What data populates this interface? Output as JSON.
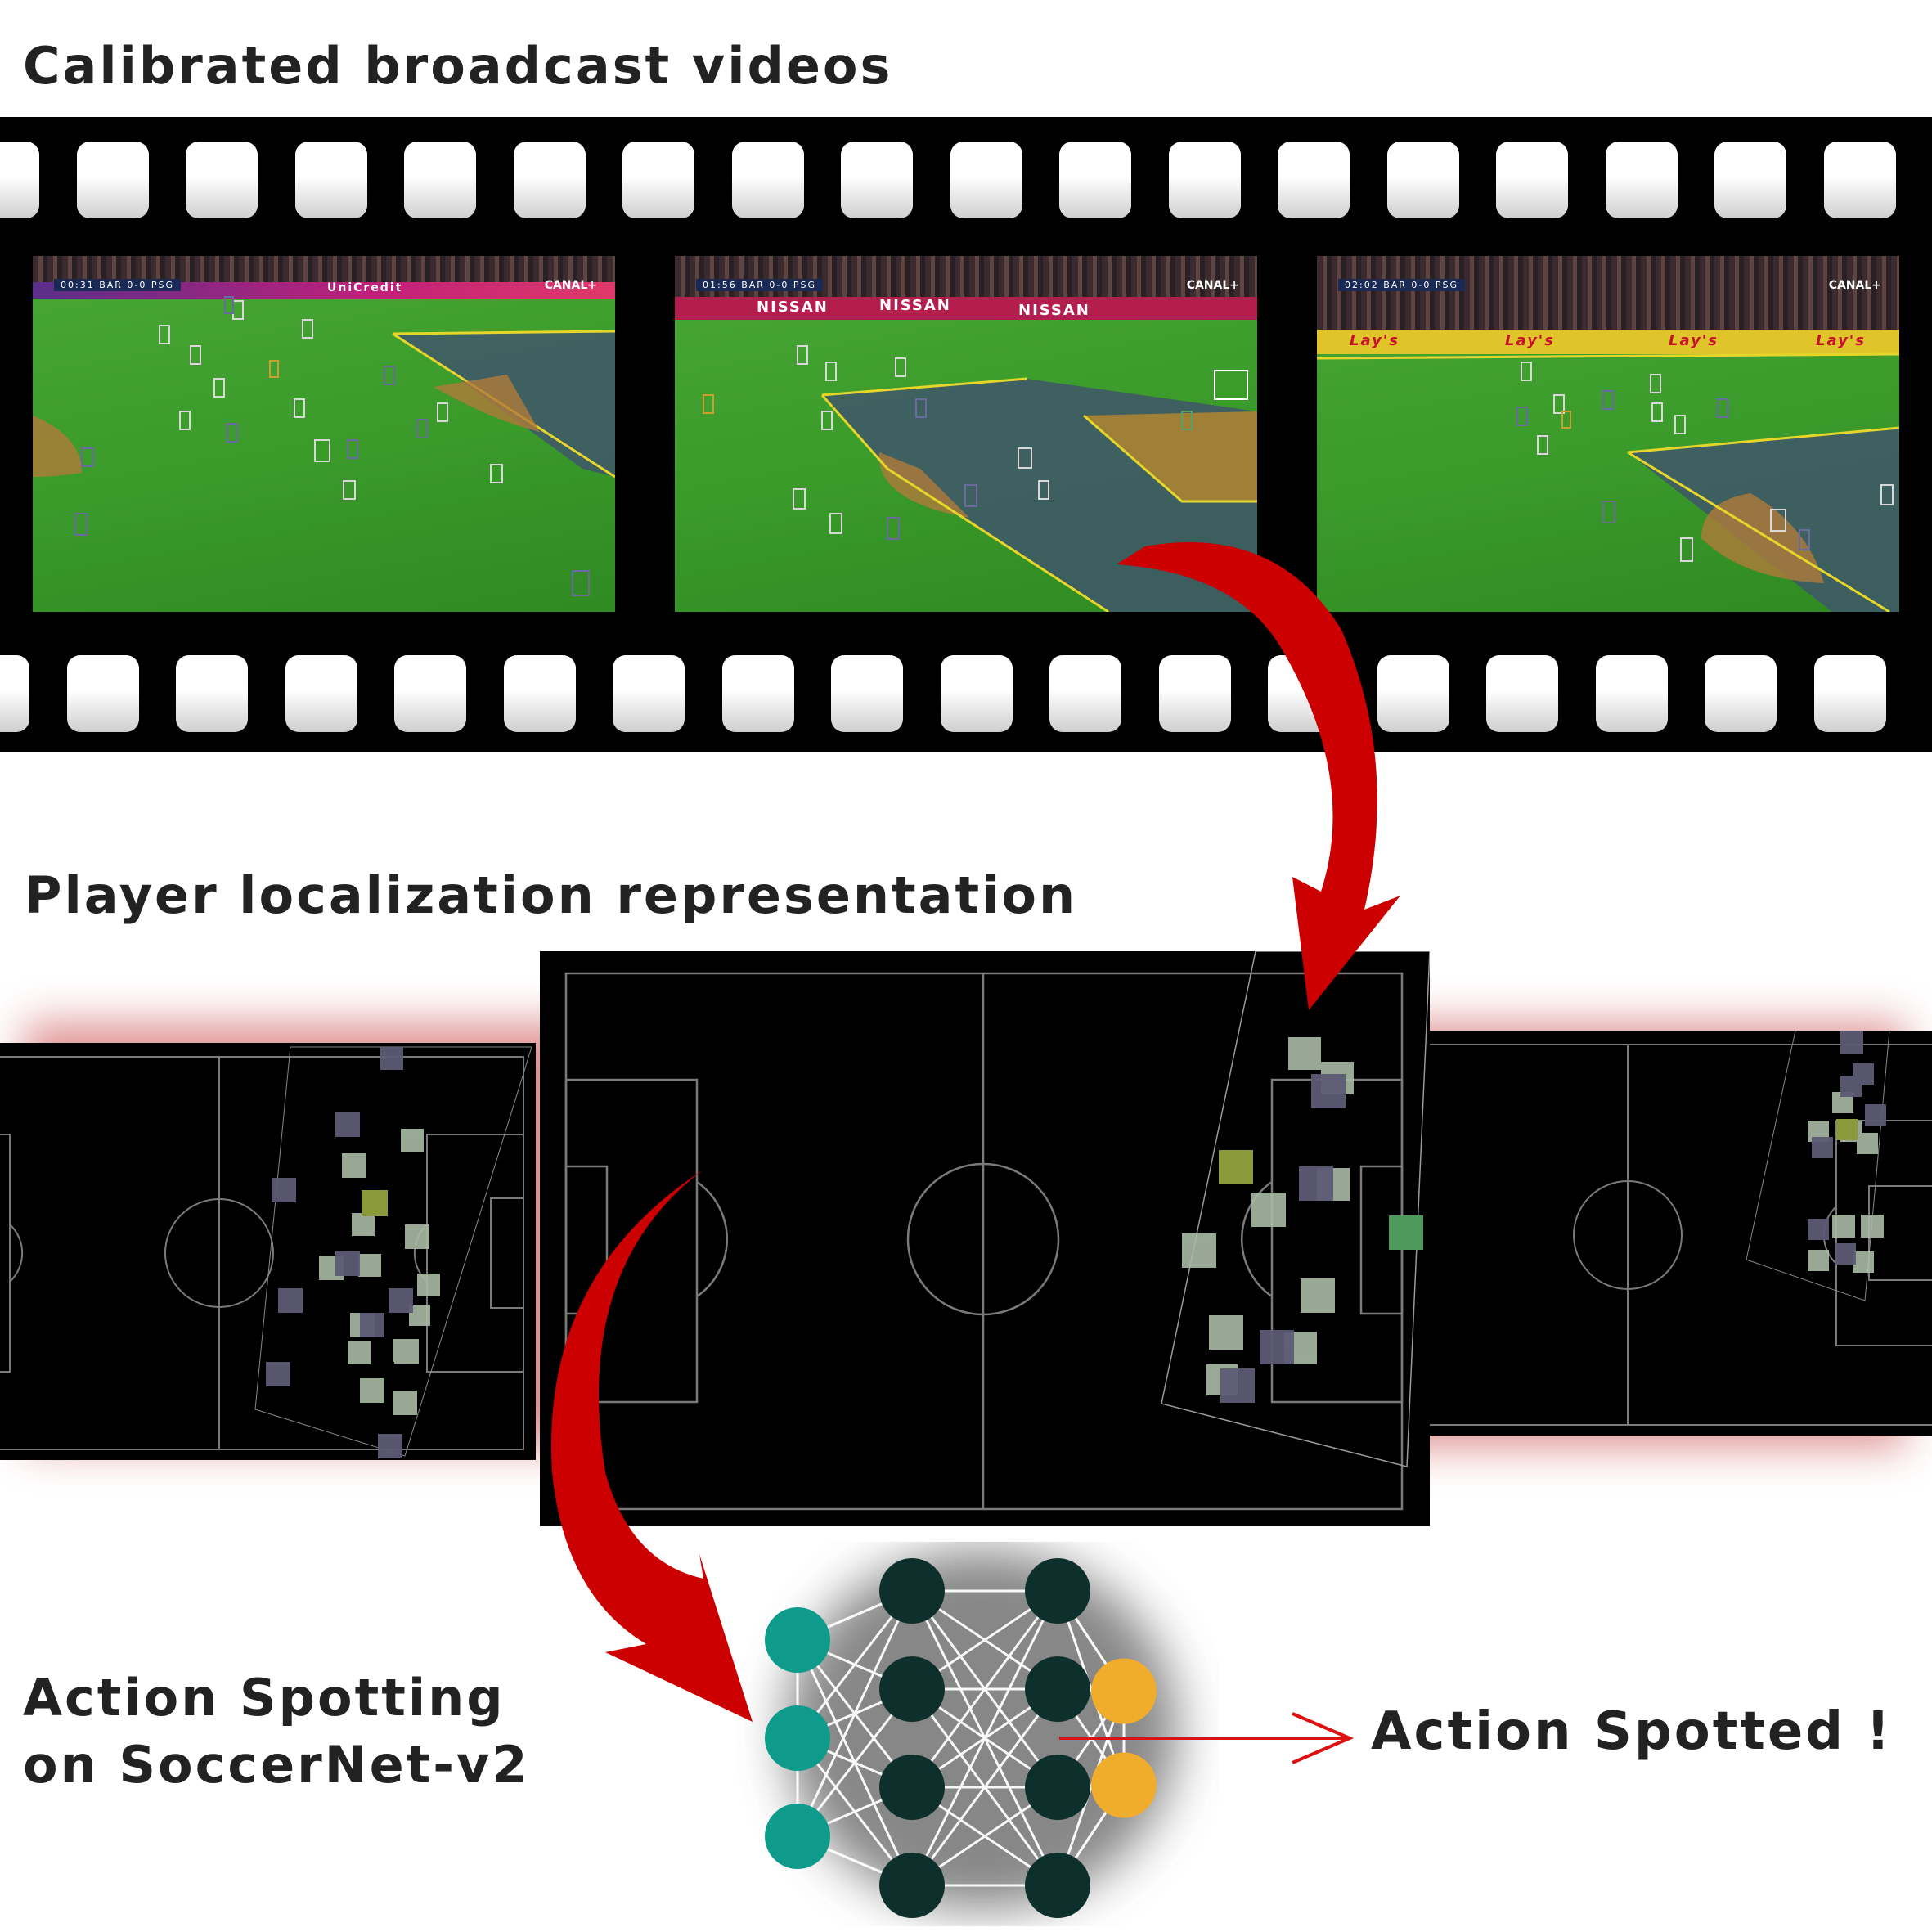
{
  "headings": {
    "videos": "Calibrated broadcast videos",
    "localization": "Player localization representation",
    "action_line1": "Action Spotting",
    "action_line2": "on SoccerNet-v2",
    "spotted": "Action Spotted !"
  },
  "frames": [
    {
      "scoreboard": "00:31 BAR 0-0 PSG",
      "broadcaster": "CANAL+",
      "ad_text": "UniCredit"
    },
    {
      "scoreboard": "01:56 BAR 0-0 PSG",
      "broadcaster": "CANAL+",
      "ad_text": "NISSAN"
    },
    {
      "scoreboard": "02:02 BAR 0-0 PSG",
      "broadcaster": "CANAL+",
      "ad_text": "Lay's"
    }
  ],
  "colors": {
    "arrow": "#cc0000",
    "film": "#000000",
    "pitch_line": "#7a7a7a",
    "input_node": "#0f9b8c",
    "hidden_node": "#0d302d",
    "output_node": "#f0ad2c",
    "player_light": "#a9bba5",
    "player_dark": "#5d5b75",
    "player_olive": "#8a9a3a",
    "player_green": "#4e9a5c"
  },
  "network": {
    "input_nodes": 3,
    "hidden_layers": 2,
    "hidden_nodes_per_layer": 4,
    "output_nodes": 2
  }
}
